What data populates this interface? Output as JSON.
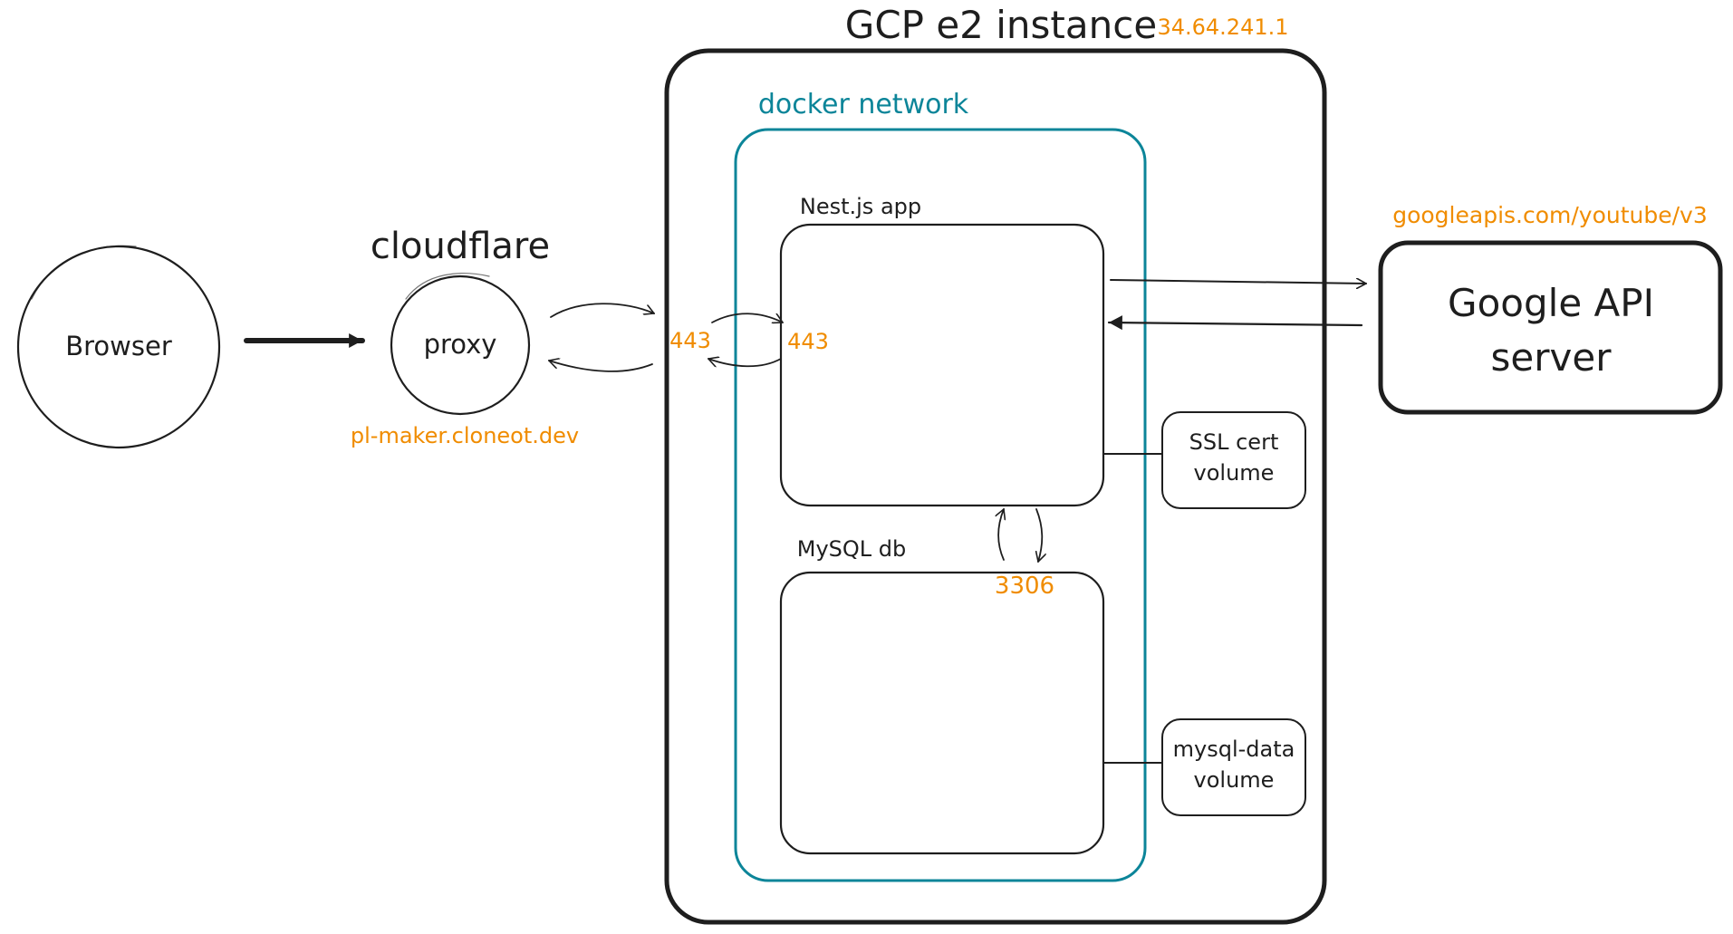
{
  "colors": {
    "ink": "#1e1e1e",
    "accent_orange": "#f08c00",
    "accent_teal": "#0c8599",
    "background": "#ffffff"
  },
  "nodes": {
    "browser": {
      "label": "Browser"
    },
    "cloudflare": {
      "title": "cloudflare",
      "label": "proxy",
      "domain": "pl-maker.cloneot.dev"
    },
    "gcp": {
      "title": "GCP e2 instance",
      "ip": "34.64.241.1"
    },
    "docker": {
      "title": "docker network"
    },
    "nest": {
      "label": "Nest.js app",
      "port": "443"
    },
    "gcp_port": "443",
    "mysql": {
      "label": "MySQL db",
      "port": "3306"
    },
    "ssl_volume": {
      "line1": "SSL cert",
      "line2": "volume"
    },
    "mysql_volume": {
      "line1": "mysql-data",
      "line2": "volume"
    },
    "google": {
      "line1": "Google API",
      "line2": "server",
      "url": "googleapis.com/youtube/v3"
    }
  }
}
